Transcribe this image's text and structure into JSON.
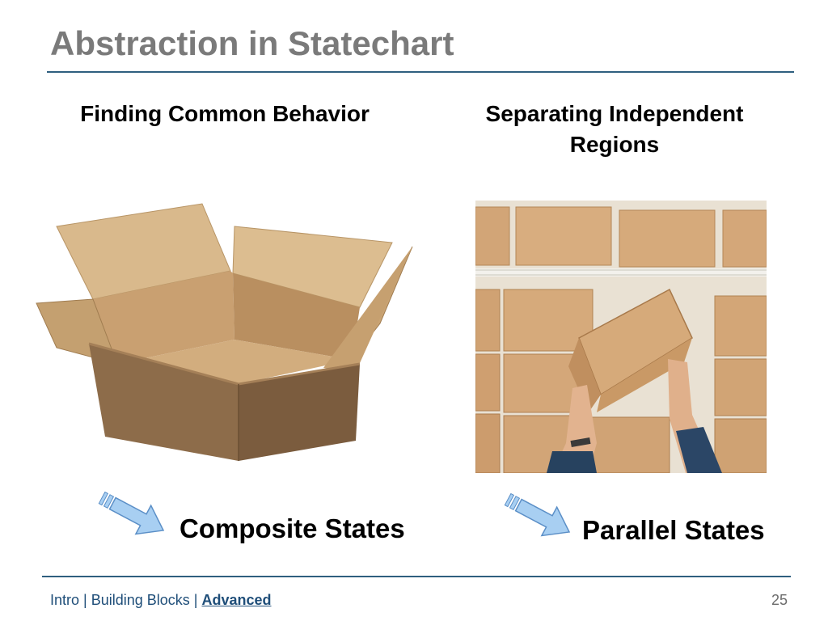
{
  "slide": {
    "title": "Abstraction in Statechart",
    "left": {
      "heading": "Finding Common Behavior",
      "result": "Composite States",
      "image": "open-cardboard-box"
    },
    "right": {
      "heading_line1": "Separating Independent",
      "heading_line2": "Regions",
      "result": "Parallel States",
      "image": "stacked-boxes-on-shelves"
    },
    "page_number": "25"
  },
  "footer": {
    "nav": [
      "Intro",
      "Building Blocks",
      "Advanced"
    ],
    "separator": " | ",
    "active": "Advanced"
  },
  "colors": {
    "title": "#7a7a7a",
    "rule": "#2f5f7f",
    "footer_text": "#1f4e79",
    "arrow_fill": "#a8cff2",
    "arrow_stroke": "#5b8fc7"
  }
}
